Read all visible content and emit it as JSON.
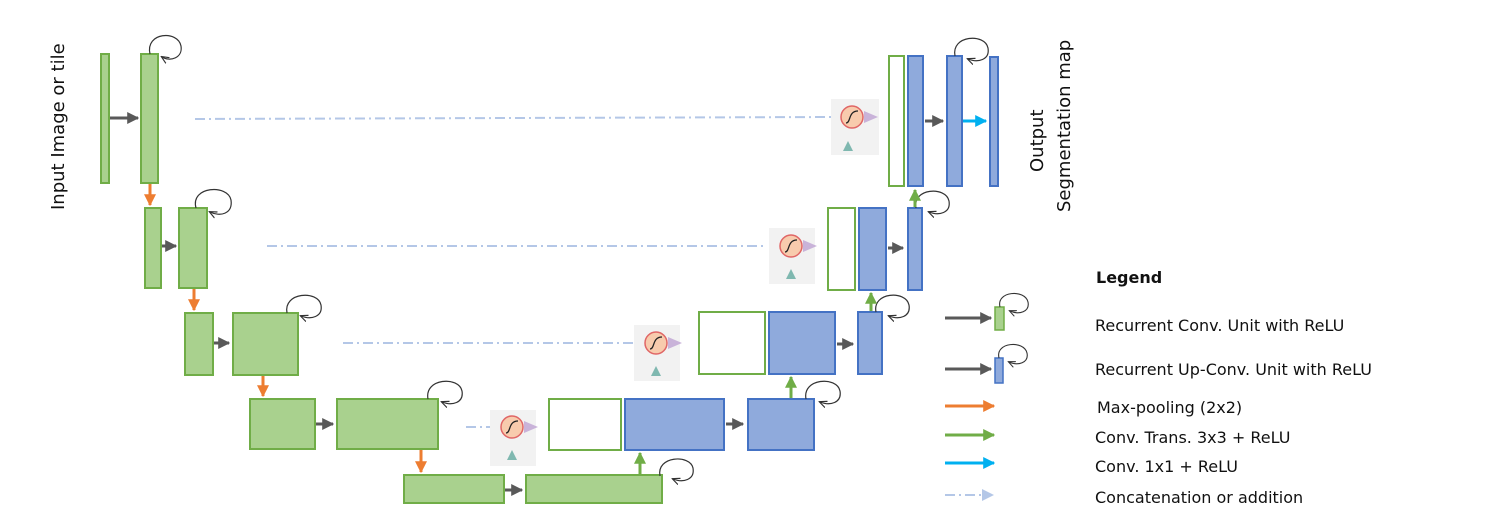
{
  "labels": {
    "input": "Input Image or tile",
    "output_line1": "Output",
    "output_line2": "Segmentation map"
  },
  "legend": {
    "title": "Legend",
    "items": [
      "Recurrent Conv. Unit with ReLU",
      "Recurrent Up-Conv. Unit with ReLU",
      "Max-pooling (2x2)",
      "Conv.  Trans. 3x3 + ReLU",
      "Conv. 1x1 + ReLU",
      "Concatenation or addition"
    ]
  },
  "colors": {
    "encoder_fill": "#a9d18e",
    "encoder_stroke": "#70ad47",
    "decoder_fill": "#8faadc",
    "decoder_stroke": "#4472c4",
    "conv_arrow": "#595959",
    "maxpool_arrow": "#ed7d31",
    "upconv_arrow": "#70ad47",
    "conv1x1_arrow": "#00b0f0",
    "skip_line": "#b4c7e7",
    "attention_fill": "#f8cbad",
    "attention_stroke": "#e06666",
    "gate_triangle": "#7fb8b0",
    "gate_arrow": "#c9b3d9"
  }
}
